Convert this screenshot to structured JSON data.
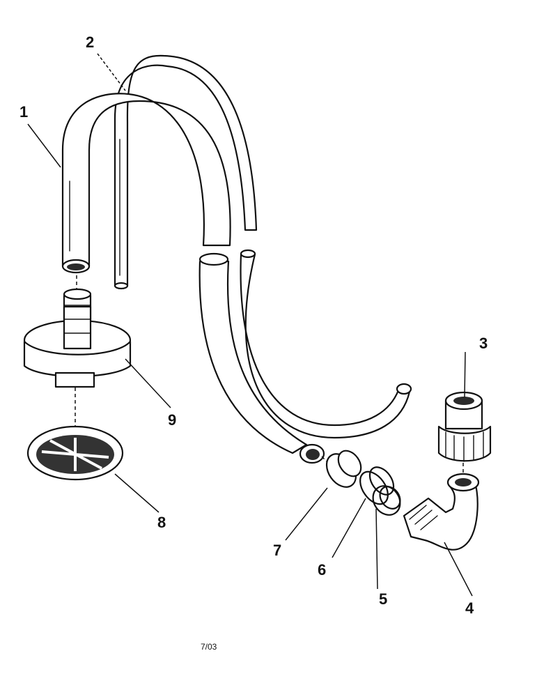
{
  "diagram": {
    "callouts": {
      "c1": "1",
      "c2": "2",
      "c3": "3",
      "c4": "4",
      "c5": "5",
      "c6": "6",
      "c7": "7",
      "c8": "8",
      "c9": "9"
    },
    "footer_code": "7/03"
  }
}
